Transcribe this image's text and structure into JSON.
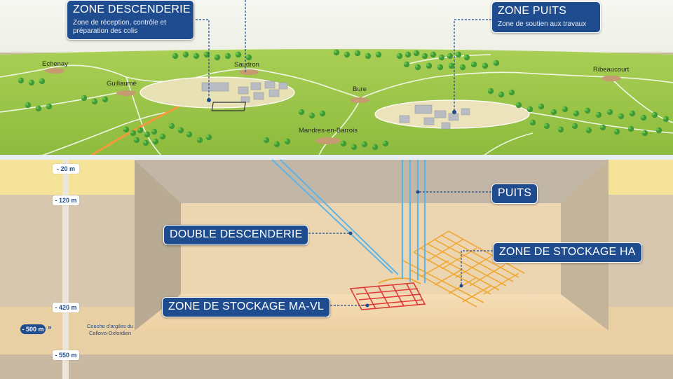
{
  "callouts": {
    "zone_descenderie": {
      "title": "ZONE DESCENDERIE",
      "subtitle": "Zone de réception, contrôle et préparation des colis"
    },
    "zone_puits": {
      "title": "ZONE PUITS",
      "subtitle": "Zone de soutien aux travaux"
    },
    "puits": "PUITS",
    "double_descenderie": "DOUBLE DESCENDERIE",
    "zone_stockage_ha": "ZONE DE STOCKAGE HA",
    "zone_stockage_mavl": "ZONE DE STOCKAGE MA-VL"
  },
  "towns": {
    "echenay": "Echenay",
    "guillaume": "Guillaumé",
    "saudron": "Saudron",
    "bure": "Bure",
    "mandres": "Mandres-en-Barrois",
    "ribeaucourt": "Ribeaucourt"
  },
  "depth_scale": {
    "m20": "- 20 m",
    "m120": "- 120 m",
    "m420": "- 420 m",
    "m500": "- 500 m",
    "m550": "- 550 m",
    "arrows": "»",
    "clay_layer": "Couche d'argiles du Callovo-Oxfordien"
  },
  "colors": {
    "callout_blue": "#1f4c8f",
    "grass": "#9fc64b",
    "ha_orange": "#f0a834",
    "mavl_red": "#e03a35",
    "shaft_blue": "#5fb4e6"
  }
}
